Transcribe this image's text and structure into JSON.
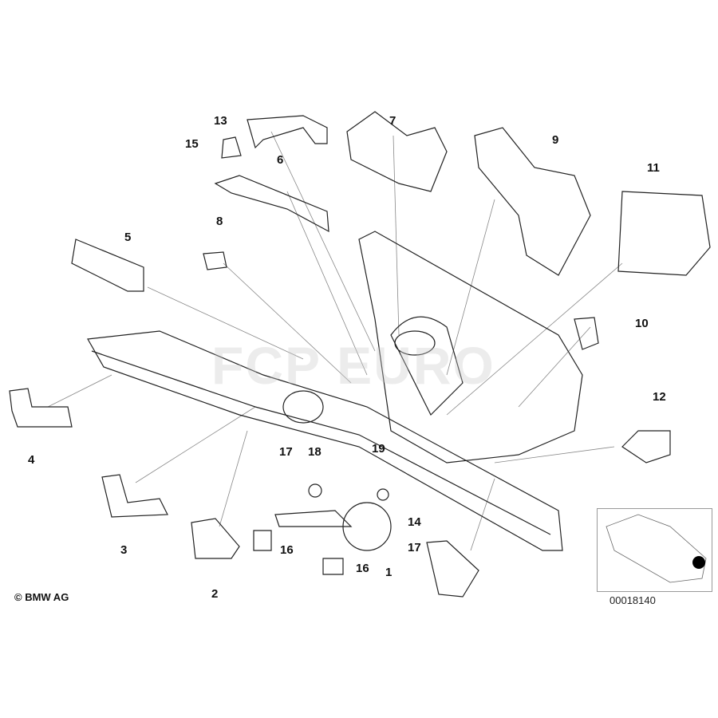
{
  "diagram": {
    "callouts": [
      "13",
      "15",
      "7",
      "9",
      "6",
      "11",
      "8",
      "5",
      "10",
      "12",
      "4",
      "17",
      "18",
      "19",
      "14",
      "3",
      "16",
      "17",
      "16",
      "1",
      "2"
    ],
    "copyright": "© BMW AG",
    "inset_code": "00018140",
    "watermark": "FCP EURO"
  }
}
